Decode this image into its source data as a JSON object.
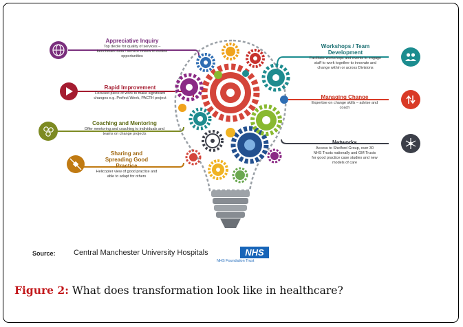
{
  "diagram": {
    "left": [
      {
        "id": "appreciative",
        "title": "Appreciative Inquiry",
        "desc": "Top decile for quality of services – benchmark data / service review to outline opportunities",
        "color": "#7a2f7d",
        "icon": "globe-icon"
      },
      {
        "id": "rapid",
        "title": "Rapid Improvement",
        "desc": "Focused piece of work to make significant changes e.g. Perfect Week, PACTH project",
        "color": "#a51c30",
        "icon": "play-arrow-icon"
      },
      {
        "id": "coaching",
        "title": "Coaching and Mentoring",
        "desc": "Offer mentoring and coaching to individuals and teams on change projects",
        "color": "#7d8a22",
        "icon": "hexagon-cluster-icon"
      },
      {
        "id": "sharing",
        "title": "Sharing and Spreading Good Practice",
        "desc": "Helicopter view of good practice and able to adapt for others",
        "color": "#c07a12",
        "icon": "satellite-icon"
      }
    ],
    "right": [
      {
        "id": "workshops",
        "title": "Workshops / Team Development",
        "desc": "Facilitate workshops and events to engage staff to work together to innovate and change within or across Divisions",
        "color": "#1b8c8f",
        "icon": "team-icon"
      },
      {
        "id": "managing",
        "title": "Managing Change",
        "desc": "Expertise on change skills – advise and coach",
        "color": "#d93a26",
        "icon": "up-down-arrows-icon"
      },
      {
        "id": "networks",
        "title": "Networks",
        "desc": "Access to Shelford Group, over 30 NHS Trusts nationally and GM Trusts for good practice case studies and new models of care",
        "color": "#3c3f49",
        "icon": "network-icon"
      }
    ]
  },
  "source": {
    "label": "Source:",
    "organisation": "Central Manchester University Hospitals",
    "logo": "NHS",
    "trust": "NHS Foundation Trust"
  },
  "caption": {
    "figure_label": "Figure 2:",
    "text": "What does transformation look like in healthcare?"
  }
}
